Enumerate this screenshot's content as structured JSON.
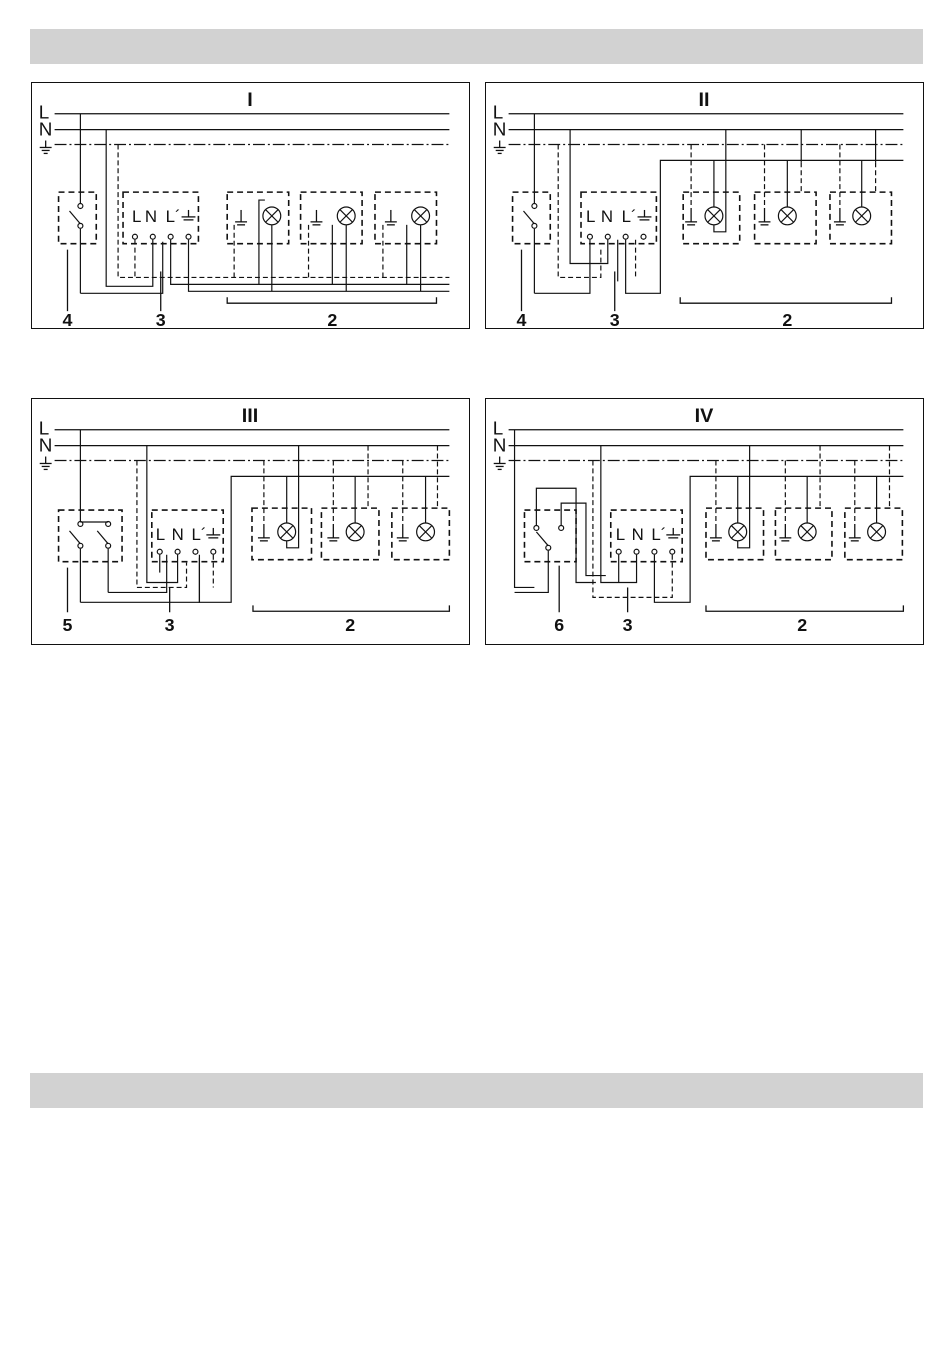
{
  "header_bar": "",
  "footer_bar": "",
  "bus_labels": {
    "l": "L",
    "n": "N"
  },
  "terminal_labels": {
    "l": "L",
    "n": "N",
    "l_prime": "L´"
  },
  "panels": [
    {
      "title": "I",
      "switch_number": "4",
      "receiver_number": "3",
      "lamp_group_number": "2"
    },
    {
      "title": "II",
      "switch_number": "4",
      "receiver_number": "3",
      "lamp_group_number": "2"
    },
    {
      "title": "III",
      "switch_number": "5",
      "receiver_number": "3",
      "lamp_group_number": "2"
    },
    {
      "title": "IV",
      "switch_number": "6",
      "receiver_number": "3",
      "lamp_group_number": "2"
    }
  ]
}
